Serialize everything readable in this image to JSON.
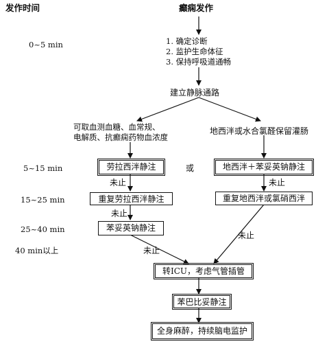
{
  "header": {
    "time_label": "发作时间",
    "title": "癫痫发作"
  },
  "time_labels": [
    "0~5 min",
    "5~15 min",
    "15~25 min",
    "25~40 min",
    "40 min以上"
  ],
  "initial_steps": [
    "1. 确定诊断",
    "2. 监护生命体征",
    "3. 保持呼吸道通畅"
  ],
  "iv_access": "建立静脉通路",
  "labs_note": [
    "可取血测血糖、血常规、",
    "电解质、抗癫痫药物血浓度"
  ],
  "rectal_option": "地西泮或水合氯醛保留灌肠",
  "left_branch": {
    "step1": "劳拉西泮静注",
    "step2": "重复劳拉西泮静注",
    "step3": "苯妥英钠静注"
  },
  "or_label": "或",
  "right_branch": {
    "step1": "地西泮＋苯妥英钠静注",
    "step2": "重复地西泮或氯硝西泮"
  },
  "not_stopped": "未止",
  "icu": "转ICU，考虑气管插管",
  "phenobarbital": "苯巴比妥静注",
  "anesthesia": "全身麻醉，持续脑电监护"
}
